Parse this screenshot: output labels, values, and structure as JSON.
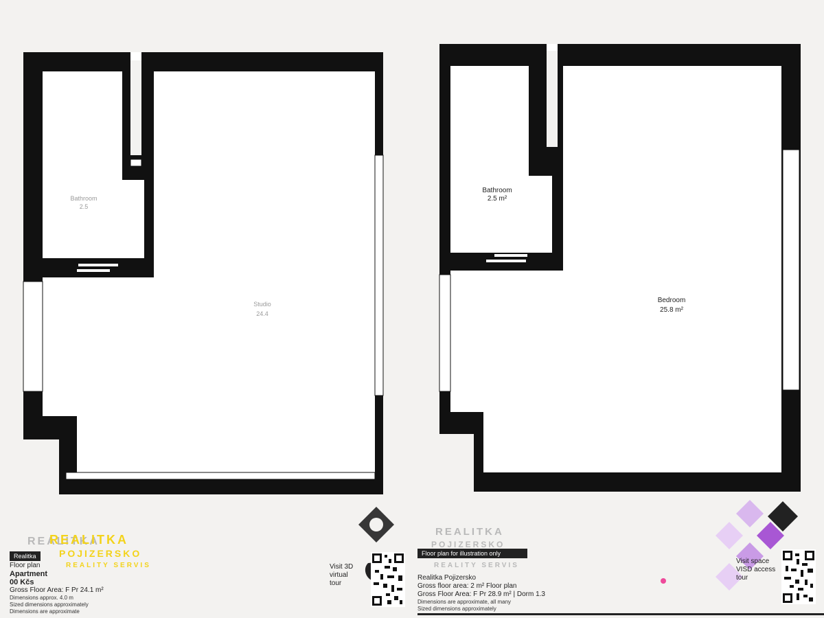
{
  "floorplans": [
    {
      "rooms": [
        {
          "name": "Bathroom",
          "area": "2.5",
          "faint": true
        },
        {
          "name": "Studio",
          "area": "24.4",
          "faint": true
        }
      ],
      "footer": {
        "title_bar": "Realitka",
        "line1": "Floor plan",
        "line2": "Apartment",
        "line3": "00 Kčs",
        "line4": "Gross Floor Area: F Pr 24.1 m²",
        "line5": "Dimensions approx. 4.0 m",
        "line6": "Sized dimensions approximately",
        "line7": "Dimensions are approximate"
      },
      "brand": {
        "top": "REALITKA",
        "mid": "POJIZERSKO",
        "bottom": "REALITY SERVIS"
      },
      "tour": {
        "line1": "Visit 3D",
        "line2": "virtual",
        "line3": "tour"
      }
    },
    {
      "rooms": [
        {
          "name": "Bathroom",
          "area": "2.5 m²",
          "faint": false
        },
        {
          "name": "Bedroom",
          "area": "25.8 m²",
          "faint": false
        }
      ],
      "footer": {
        "title_bar": "Floor plan for illustration only",
        "line1": "Realitka Pojizersko",
        "line2": "Gross floor area: 2 m² Floor plan",
        "line3": "Gross Floor Area: F Pr 28.9 m² | Dorm 1.3",
        "line4": "Dimensions are approximate, all many",
        "line5": "Sized dimensions approximately"
      },
      "brand": {
        "top": "REALITKA",
        "mid": "POJIZERSKO",
        "bottom": "REALITY SERVIS"
      },
      "tour": {
        "line1": "Visit space",
        "line2": "VISD access",
        "line3": "tour"
      }
    }
  ],
  "colors": {
    "wall": "#111111",
    "floor": "#ffffff",
    "background": "#f3f2f0",
    "brand_yellow": "#f3d31a",
    "accent_purple": "#a857d4",
    "accent_pink": "#ee4a9b"
  }
}
